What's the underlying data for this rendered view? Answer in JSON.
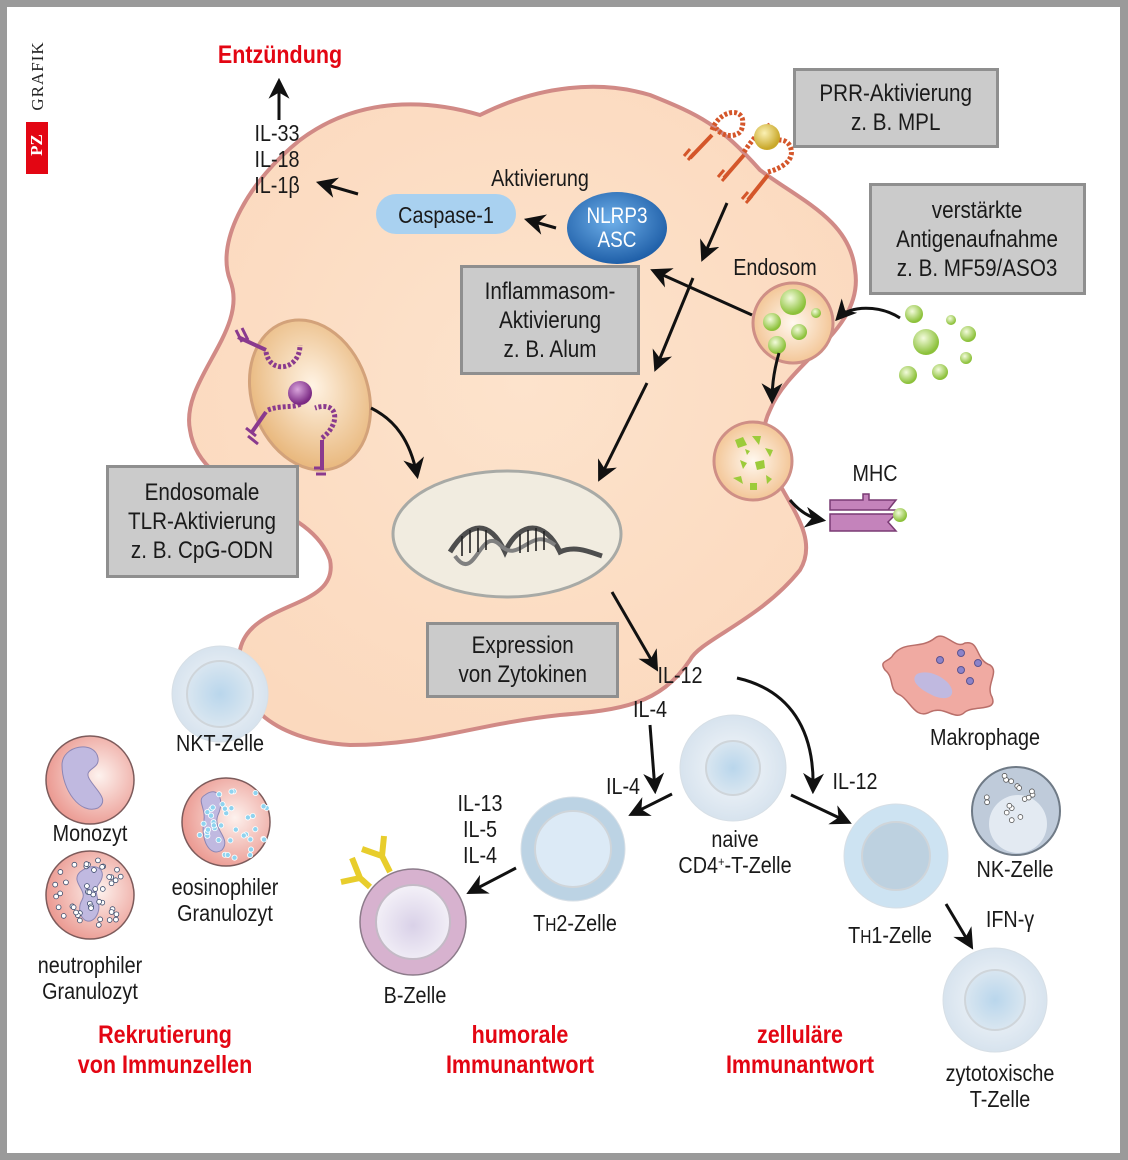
{
  "logo": {
    "brand": "PZ",
    "label": "GRAFIK"
  },
  "colors": {
    "accent_red": "#e30613",
    "cell_fill": "#fbdcc2",
    "cell_membrane": "#d18a86",
    "box_fill": "#cbcbcb",
    "box_border": "#8f8f8f",
    "receptor_orange": "#d4562a",
    "tlr_purple": "#8a3a8e",
    "antigen_green": "#9ccb3b",
    "inflammasome_blue": "#2f78c4",
    "caspase_blue": "#a9d1f0"
  },
  "inflammation": {
    "title": "Entzündung",
    "cytokines": [
      "IL-33",
      "IL-18",
      "IL-1β"
    ]
  },
  "inflammasome": {
    "activation_label": "Aktivierung",
    "caspase": "Caspase-1",
    "complex": [
      "NLRP3",
      "ASC"
    ]
  },
  "boxes": {
    "prr": [
      "PRR-Aktivierung",
      "z. B. MPL"
    ],
    "antigen_uptake": [
      "verstärkte",
      "Antigenaufnahme",
      "z. B. MF59/ASO3"
    ],
    "inflammasome": [
      "Inflammasom-",
      "Aktivierung",
      "z. B. Alum"
    ],
    "tlr": [
      "Endosomale",
      "TLR-Aktivierung",
      "z. B. CpG-ODN"
    ],
    "expression": [
      "Expression",
      "von Zytokinen"
    ]
  },
  "labels": {
    "endosome": "Endosom",
    "mhc": "MHC",
    "il12_source": "IL-12",
    "il4_source": "IL-4",
    "il4_to_th2": "IL-4",
    "il12_to_th1": "IL-12",
    "th2_cytokines": [
      "IL-13",
      "IL-5",
      "IL-4"
    ],
    "ifn": "IFN-γ"
  },
  "cells": {
    "nkt": "NKT-Zelle",
    "monocyte": "Monozyt",
    "eosinophil": [
      "eosinophiler",
      "Granulozyt"
    ],
    "neutrophil": [
      "neutrophiler",
      "Granulozyt"
    ],
    "b_cell": "B-Zelle",
    "th2": {
      "prefix": "T",
      "sub": "H",
      "suffix": "2-Zelle"
    },
    "naive_cd4": {
      "line1": "naive",
      "prefix": "CD4",
      "sup": "+",
      "suffix": "-T-Zelle"
    },
    "th1": {
      "prefix": "T",
      "sub": "H",
      "suffix": "1-Zelle"
    },
    "macrophage": "Makrophage",
    "nk": "NK-Zelle",
    "cytotoxic": [
      "zytotoxische",
      "T-Zelle"
    ]
  },
  "sections": {
    "recruitment": [
      "Rekrutierung",
      "von Immunzellen"
    ],
    "humoral": [
      "humorale",
      "Immunantwort"
    ],
    "cellular": [
      "zelluläre",
      "Immunantwort"
    ]
  }
}
